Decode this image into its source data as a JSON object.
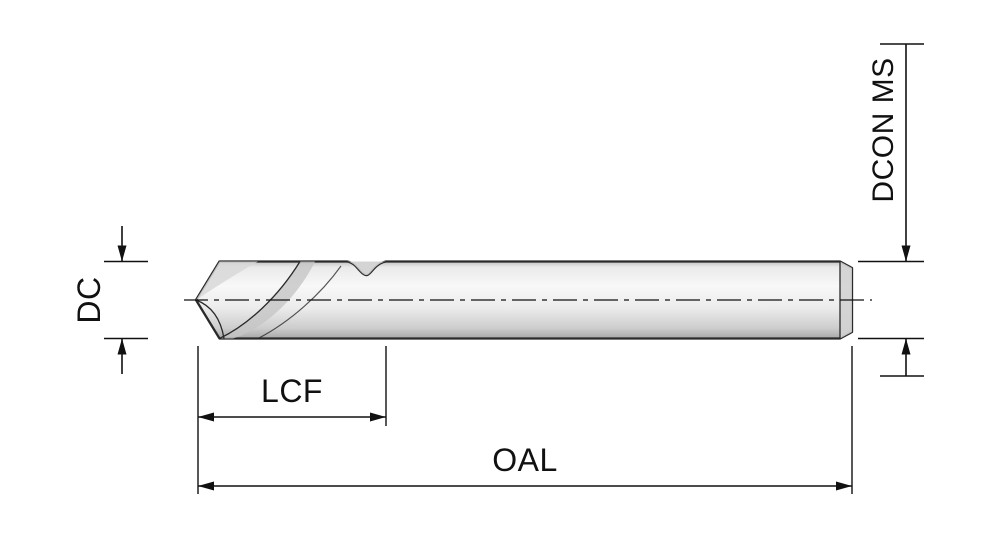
{
  "diagram": {
    "type": "technical-drawing",
    "subject": "spotting-drill-dimension-drawing",
    "labels": {
      "dc": "DC",
      "lcf": "LCF",
      "oal": "OAL",
      "dcon": "DCON MS"
    },
    "colors": {
      "background": "#ffffff",
      "line": "#111111",
      "part_outline": "#2a2a2a",
      "shade_top": "#bfbfbf",
      "shade_hi": "#eaeaea",
      "shade_bright": "#f8f8f8",
      "shade_mid": "#ececec",
      "shade_low": "#cdcdcd",
      "shade_bottom": "#a6a6a6",
      "flute_shade": "#c6c6c6",
      "tip_shade": "#d8d8d8",
      "endcap_shade": "#d2d2d2",
      "notch_shade": "#cfcfcf"
    }
  }
}
